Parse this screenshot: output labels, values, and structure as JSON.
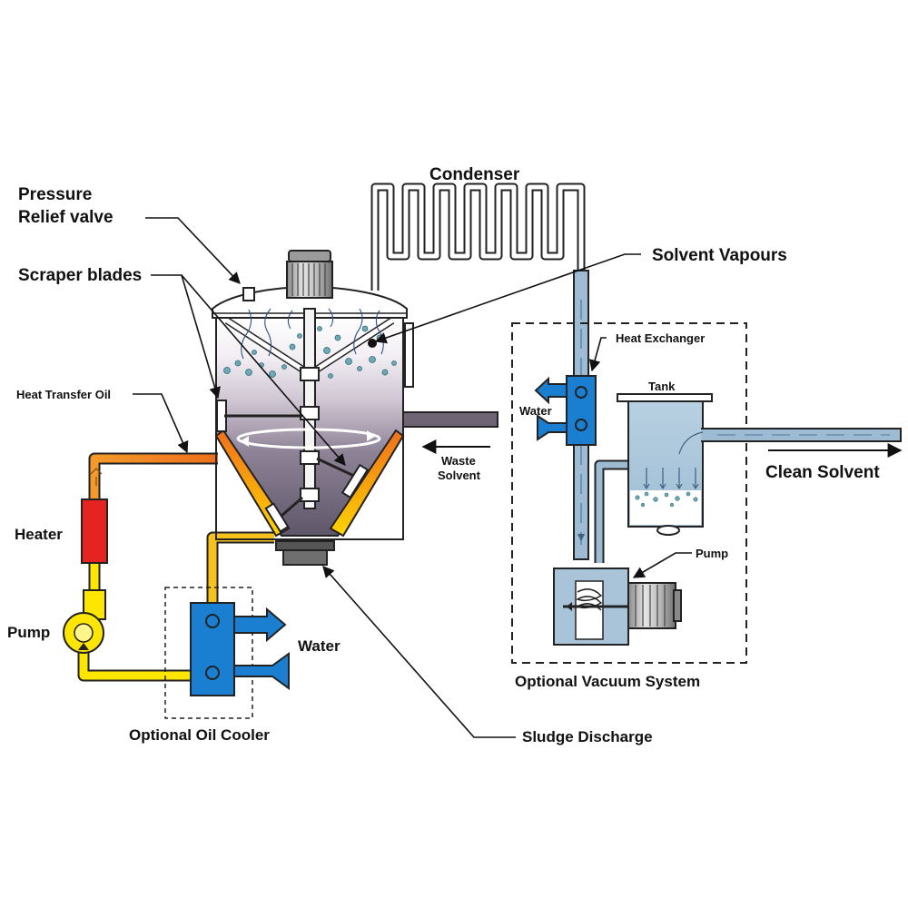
{
  "labels": {
    "condenser": "Condenser",
    "pressure_relief_line1": "Pressure",
    "pressure_relief_line2": "Relief valve",
    "scraper_blades": "Scraper blades",
    "heat_transfer_oil": "Heat Transfer Oil",
    "solvent_vapours": "Solvent Vapours",
    "heat_exchanger": "Heat Exchanger",
    "water_right": "Water",
    "tank": "Tank",
    "waste_solvent_line1": "Waste",
    "waste_solvent_line2": "Solvent",
    "clean_solvent": "Clean Solvent",
    "heater": "Heater",
    "pump_left": "Pump",
    "pump_right": "Pump",
    "water_left": "Water",
    "optional_oil_cooler": "Optional Oil Cooler",
    "optional_vacuum_system": "Optional Vacuum System",
    "sludge_discharge": "Sludge Discharge"
  },
  "colors": {
    "vessel_dark": "#6c6378",
    "vessel_light": "#f2eef3",
    "oil_hot": "#ee7a1e",
    "oil_warm": "#f5a623",
    "oil_cool": "#ffe600",
    "heater_red": "#e52421",
    "water_blue": "#1b7fd1",
    "vapour_pipe": "#8fb2cc",
    "tank_fill": "#a9c4d8",
    "waste_pipe": "#6f6474"
  },
  "icons": [
    "pressure-valve-icon",
    "motor-icon",
    "pump-icon",
    "vacuum-pump-icon"
  ]
}
